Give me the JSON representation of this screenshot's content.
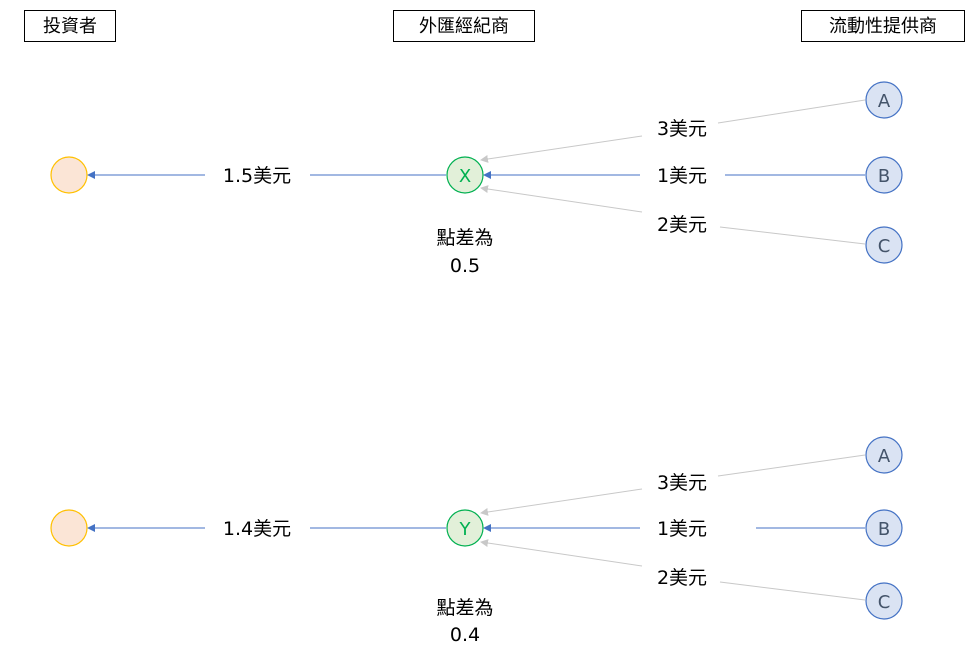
{
  "headers": {
    "investor": "投資者",
    "broker": "外匯經紀商",
    "liquidity_provider": "流動性提供商"
  },
  "colors": {
    "investor_fill": "#fbe5d6",
    "investor_stroke": "#ffc000",
    "broker_fill": "#e2f0d9",
    "broker_stroke": "#00b050",
    "lp_fill": "#dae3f3",
    "lp_stroke": "#4472c4",
    "active_arrow": "#4472c4",
    "inactive_arrow": "#c8c8c8"
  },
  "scenario1": {
    "broker_node": "X",
    "client_price": "1.5美元",
    "spread_label": "點差為",
    "spread_value": "0.5",
    "providers": [
      {
        "name": "A",
        "price": "3美元"
      },
      {
        "name": "B",
        "price": "1美元"
      },
      {
        "name": "C",
        "price": "2美元"
      }
    ]
  },
  "scenario2": {
    "broker_node": "Y",
    "client_price": "1.4美元",
    "spread_label": "點差為",
    "spread_value": "0.4",
    "providers": [
      {
        "name": "A",
        "price": "3美元"
      },
      {
        "name": "B",
        "price": "1美元"
      },
      {
        "name": "C",
        "price": "2美元"
      }
    ]
  }
}
